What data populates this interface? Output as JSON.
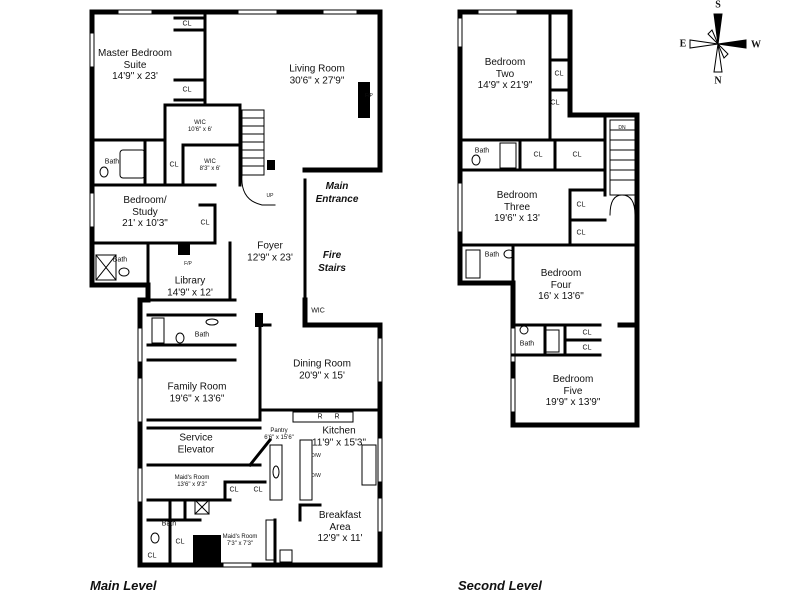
{
  "levels": {
    "main": "Main Level",
    "second": "Second Level"
  },
  "main_rooms": {
    "master": {
      "name": "Master Bedroom Suite",
      "dim": "14'9\" x 23'"
    },
    "living": {
      "name": "Living Room",
      "dim": "30'6\" x 27'9\""
    },
    "wic1": {
      "name": "WIC",
      "dim": "10'6\" x 6'"
    },
    "wic2": {
      "name": "WIC",
      "dim": "8'3\" x 6'"
    },
    "bedroom_study": {
      "name": "Bedroom/ Study",
      "dim": "21' x 10'3\""
    },
    "foyer": {
      "name": "Foyer",
      "dim": "12'9\" x 23'"
    },
    "library": {
      "name": "Library",
      "dim": "14'9\" x 12'"
    },
    "dining": {
      "name": "Dining Room",
      "dim": "20'9\" x 15'"
    },
    "family": {
      "name": "Family Room",
      "dim": "19'6\" x 13'6\""
    },
    "pantry": {
      "name": "Pantry",
      "dim": "6'6\" x 15'6\""
    },
    "kitchen": {
      "name": "Kitchen",
      "dim": "11'9\" x 15'3\""
    },
    "maids1": {
      "name": "Maid's Room",
      "dim": "13'6\" x 9'3\""
    },
    "maids2": {
      "name": "Maid's Room",
      "dim": "7'3\" x 7'3\""
    },
    "breakfast": {
      "name": "Breakfast Area",
      "dim": "12'9\" x 11'"
    }
  },
  "main_tags": {
    "main_entrance": "Main Entrance",
    "fire_stairs": "Fire Stairs",
    "service_elevator": "Service Elevator",
    "cl": "CL",
    "bath": "Bath",
    "fp": "F/P",
    "up": "UP",
    "dw": "D/W",
    "r": "R",
    "wic": "WIC"
  },
  "second_rooms": {
    "bed2": {
      "name": "Bedroom Two",
      "dim": "14'9\" x 21'9\""
    },
    "bed3": {
      "name": "Bedroom Three",
      "dim": "19'6\" x 13'"
    },
    "bed4": {
      "name": "Bedroom Four",
      "dim": "16' x 13'6\""
    },
    "bed5": {
      "name": "Bedroom Five",
      "dim": "19'9\" x 13'9\""
    }
  },
  "second_tags": {
    "cl": "CL",
    "bath": "Bath",
    "dn": "DN"
  },
  "compass": {
    "s": "S",
    "e": "E",
    "w": "W",
    "n": "N"
  }
}
